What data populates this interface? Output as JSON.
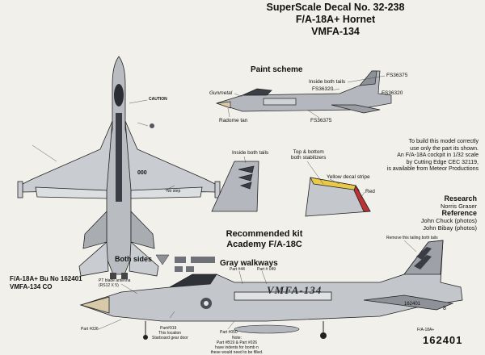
{
  "header": {
    "line1": "SuperScale Decal No. 32-238",
    "line2": "F/A-18A+ Hornet",
    "line3": "VMFA-134"
  },
  "paint_scheme": {
    "title": "Paint scheme",
    "inside_tails": "Inside both tails",
    "fs1": "FS36375",
    "fs2": "FS36320",
    "fs3": "FS36320",
    "fs4": "FS36375",
    "gunmetal": "Gunmetal",
    "radome": "Radome tan"
  },
  "note": {
    "l1": "To build this model correctly",
    "l2": "use only the part its shown.",
    "l3": "An F/A-18A cockpit in 1/32 scale",
    "l4": "by Cutting Edge CEC 32119,",
    "l5": "is available from Meteor Productions"
  },
  "tails": {
    "inside_tails": "Inside both tails",
    "stab1": "Top & bottom",
    "stab2": "both stabilizers",
    "yellow": "Yellow decal stripe",
    "red": "Red"
  },
  "research": {
    "title": "Research",
    "name": "Norris Graser",
    "ref_title": "Reference",
    "ref1": "John Chuck (photos)",
    "ref2": "John Bibay (photos)"
  },
  "kit": {
    "line1": "Recommended kit",
    "line2": "Academy F/A-18C"
  },
  "walkways": {
    "both_sides": "Both sides",
    "gray": "Gray walkways"
  },
  "side": {
    "remove_tail": "Remove this tailing both tails",
    "part44": "Part #44",
    "part49": "Part # 049",
    "pt_blade": "PT blade antenna (RS12 X 5)",
    "part919": "Part#919",
    "this_location": "This location",
    "starboard": "Starboard gear door",
    "part36": "Part #036",
    "part50": "Part #050",
    "note1": "Note:",
    "note2": "Part #B19 & Part #026",
    "note3": "have indents for bomb n",
    "note4": "these would need to be filled.",
    "fa18": "F/A-18A+",
    "bureau": "162401",
    "vmfa": "VMFA-134",
    "tail_number": "162401",
    "small_number": "8"
  },
  "aircraft": {
    "line1": "F/A-18A+ Bu No 162401",
    "line2": "VMFA-134 CO"
  },
  "top_view": {
    "caution": "CAUTION",
    "modex": "000",
    "no_step": "No step"
  }
}
